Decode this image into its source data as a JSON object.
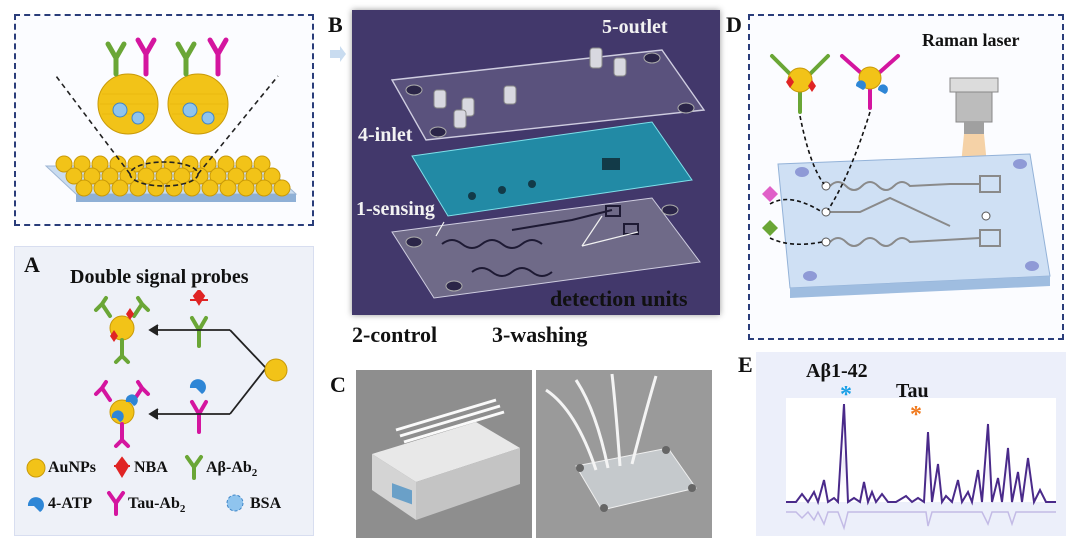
{
  "panels": {
    "A": {
      "letter": "A",
      "title": "Double signal probes",
      "legend": {
        "aunps": "AuNPs",
        "nba": "NBA",
        "abeta_ab": "Aβ-Ab",
        "abeta_sub": "2",
        "atp": "4-ATP",
        "tau_ab": "Tau-Ab",
        "tau_sub": "2",
        "bsa": "BSA"
      }
    },
    "B": {
      "letter": "B",
      "labels": {
        "outlet": "5-outlet",
        "inlet": "4-inlet",
        "sensing": "1-sensing",
        "detection": "detection units",
        "control": "2-control",
        "washing": "3-washing"
      }
    },
    "C": {
      "letter": "C"
    },
    "D": {
      "letter": "D",
      "laser_label": "Raman laser"
    },
    "E": {
      "letter": "E",
      "peak1_label": "Aβ1-42",
      "peak2_label": "Tau",
      "marker": "*"
    }
  },
  "colors": {
    "gold": "#f2c318",
    "nba_red": "#e02424",
    "abeta_green": "#6aa636",
    "tau_magenta": "#d4159f",
    "atp_blue": "#2e86d6",
    "panel_b_bg": "#42386b",
    "dashed_border": "#2a3d7a",
    "spectrum_line": "#4a2a8a",
    "star_cyan": "#1aa0e6",
    "star_orange": "#f07a1e"
  }
}
